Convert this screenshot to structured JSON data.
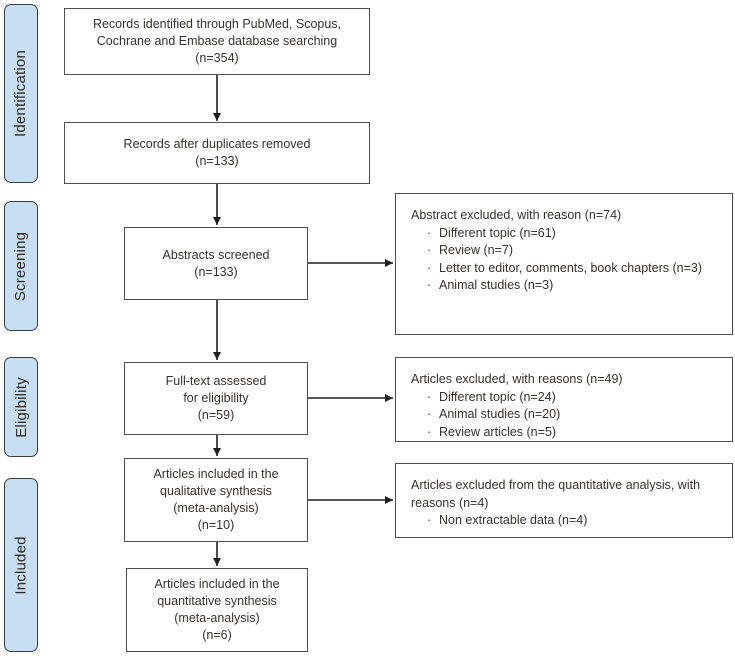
{
  "sidebar": {
    "stages": [
      {
        "label": "Identification"
      },
      {
        "label": "Screening"
      },
      {
        "label": "Eligibility"
      },
      {
        "label": "Included"
      }
    ]
  },
  "flow": {
    "bullet": "·",
    "boxes": [
      {
        "text": "Records identified through PubMed, Scopus,\nCochrane and Embase database searching\n(n=354)"
      },
      {
        "text": "Records after duplicates removed\n(n=133)"
      },
      {
        "text": "Abstracts screened\n(n=133)"
      },
      {
        "text": "Full-text assessed\nfor eligibility\n(n=59)"
      },
      {
        "text": "Articles included in the\nqualitative synthesis\n(meta-analysis)\n(n=10)"
      },
      {
        "text": "Articles included in the\nquantitative synthesis\n(meta-analysis)\n(n=6)"
      }
    ],
    "side_boxes": [
      {
        "title": "Abstract excluded, with reason (n=74)",
        "items": [
          "Different topic (n=61)",
          "Review (n=7)",
          "Letter to editor, comments, book chapters (n=3)",
          "Animal studies (n=3)"
        ]
      },
      {
        "title": "Articles excluded, with reasons (n=49)",
        "items": [
          "Different topic (n=24)",
          "Animal studies (n=20)",
          "Review articles (n=5)"
        ]
      },
      {
        "title": "Articles excluded from the quantitative analysis, with reasons (n=4)",
        "items": [
          "Non extractable data (n=4)"
        ]
      }
    ]
  },
  "colors": {
    "stage_fill": "#C8DEF2",
    "stage_border": "#3E3E3E",
    "box_border": "#4D4D4D",
    "text": "#363230",
    "arrow": "#231F20",
    "background": "#FFFFFF"
  }
}
